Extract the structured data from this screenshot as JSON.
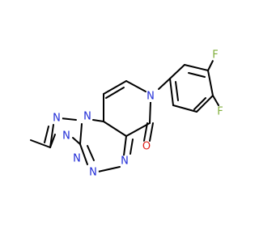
{
  "molecule": {
    "atoms": [
      {
        "id": "F1",
        "symbol": "F",
        "color": "#7fae3a"
      },
      {
        "id": "F2",
        "symbol": "F",
        "color": "#7fae3a"
      },
      {
        "id": "N_aryl",
        "symbol": "N",
        "color": "#1f2bd6"
      },
      {
        "id": "O_keto",
        "symbol": "O",
        "color": "#e0201b"
      },
      {
        "id": "N_tri1",
        "symbol": "N",
        "color": "#1f2bd6"
      },
      {
        "id": "N_tri2",
        "symbol": "N",
        "color": "#1f2bd6"
      },
      {
        "id": "N_tri3",
        "symbol": "N",
        "color": "#1f2bd6"
      },
      {
        "id": "N_tz_top",
        "symbol": "N",
        "color": "#1f2bd6"
      },
      {
        "id": "N_tz_left",
        "symbol": "N",
        "color": "#1f2bd6"
      },
      {
        "id": "N_tz_bottom",
        "symbol": "N",
        "color": "#1f2bd6"
      }
    ],
    "bond_color": "#000000"
  }
}
